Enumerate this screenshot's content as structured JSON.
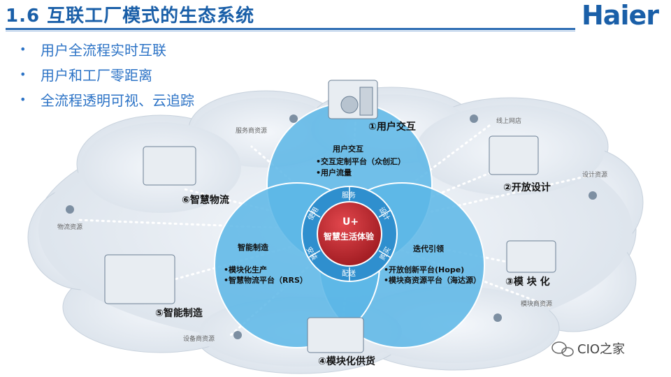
{
  "header": {
    "title": "1.6 互联工厂模式的生态系统",
    "logo": "Haier"
  },
  "bullets": [
    "用户全流程实时互联",
    "用户和工厂零距离",
    "全流程透明可视、云追踪"
  ],
  "nodes": {
    "n1": "①用户交互",
    "n2": "②开放设计",
    "n3": "③模 块 化",
    "n4": "④模块化供货",
    "n5": "⑤智能制造",
    "n6": "⑥智慧物流"
  },
  "resources": {
    "service": "服务商资源",
    "online": "线上网店",
    "design": "设计资源",
    "module": "模块商资源",
    "equipment": "设备商资源",
    "logistics": "物流资源"
  },
  "circles": {
    "top": {
      "title": "用户交互",
      "items": [
        "•交互定制平台（众创汇）",
        "•用户流量"
      ]
    },
    "right": {
      "title": "迭代引领",
      "items": [
        "•开放创新平台(Hope)",
        "•模块商资源平台（海达源）"
      ]
    },
    "left": {
      "title": "智能制造",
      "items": [
        "•模块化生产",
        "•智慧物流平台（RRS）"
      ]
    }
  },
  "center": {
    "logo": "U+",
    "label": "智慧生活体验"
  },
  "ring": [
    "服务",
    "设计",
    "购买",
    "配送",
    "安装",
    "使用"
  ],
  "watermark": "CIO之家",
  "colors": {
    "brand": "#1a5fa8",
    "circle": "#5bb6e6",
    "center": "#c0262c"
  }
}
